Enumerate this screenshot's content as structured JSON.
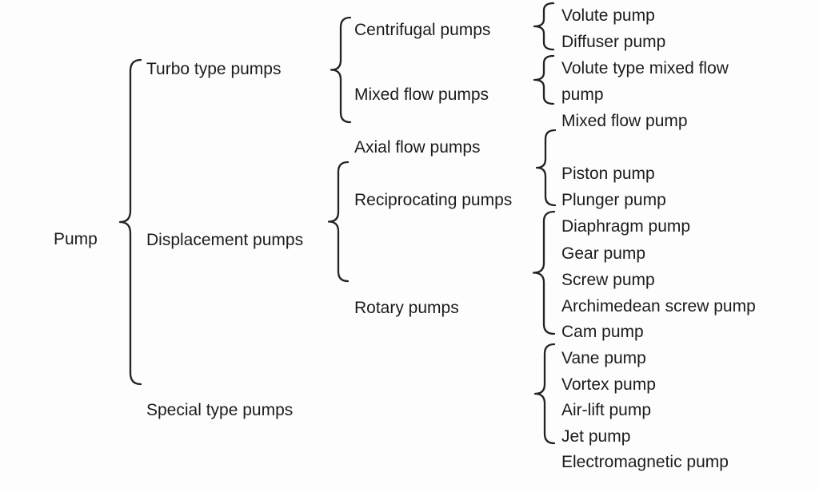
{
  "diagram_title": "Pump classification tree",
  "colors": {
    "background": "#fdfdfd",
    "text": "#1c1c1c",
    "brace_stroke": "#222222"
  },
  "labels": {
    "root": "Pump",
    "turbo": "Turbo type pumps",
    "displacement": "Displacement pumps",
    "special": "Special type pumps",
    "centrifugal": "Centrifugal pumps",
    "mixed_flow": "Mixed flow pumps",
    "axial_flow": "Axial flow pumps",
    "reciprocating": "Reciprocating pumps",
    "rotary": "Rotary pumps",
    "volute": "Volute pump",
    "diffuser": "Diffuser pump",
    "volute_type_mixed_flow": "Volute type mixed flow pump",
    "mixed_flow_pump": "Mixed flow pump",
    "piston": "Piston pump",
    "plunger": "Plunger pump",
    "diaphragm": "Diaphragm pump",
    "gear": "Gear pump",
    "screw": "Screw pump",
    "archimedean": "Archimedean screw pump",
    "cam": "Cam pump",
    "vane": "Vane pump",
    "vortex": "Vortex pump",
    "air_lift": "Air-lift pump",
    "jet": "Jet pump",
    "electromagnetic": "Electromagnetic pump"
  },
  "hierarchy": {
    "root": "Pump",
    "children": [
      {
        "label": "Turbo type pumps",
        "children": [
          {
            "label": "Centrifugal pumps",
            "children": [
              "Volute pump",
              "Diffuser pump"
            ]
          },
          {
            "label": "Mixed flow pumps",
            "children": [
              "Volute type mixed flow pump",
              "Mixed flow pump"
            ]
          },
          {
            "label": "Axial flow pumps",
            "children": []
          }
        ]
      },
      {
        "label": "Displacement pumps",
        "children": [
          {
            "label": "Reciprocating pumps",
            "children": [
              "Piston pump",
              "Plunger pump",
              "Diaphragm pump"
            ]
          },
          {
            "label": "Rotary pumps",
            "children": [
              "Gear pump",
              "Screw pump",
              "Archimedean screw pump",
              "Cam pump",
              "Vane pump"
            ]
          }
        ]
      },
      {
        "label": "Special type pumps",
        "children": [
          {
            "label": "",
            "children": [
              "Vortex pump",
              "Air-lift pump",
              "Jet pump",
              "Electromagnetic pump"
            ]
          }
        ]
      }
    ]
  }
}
